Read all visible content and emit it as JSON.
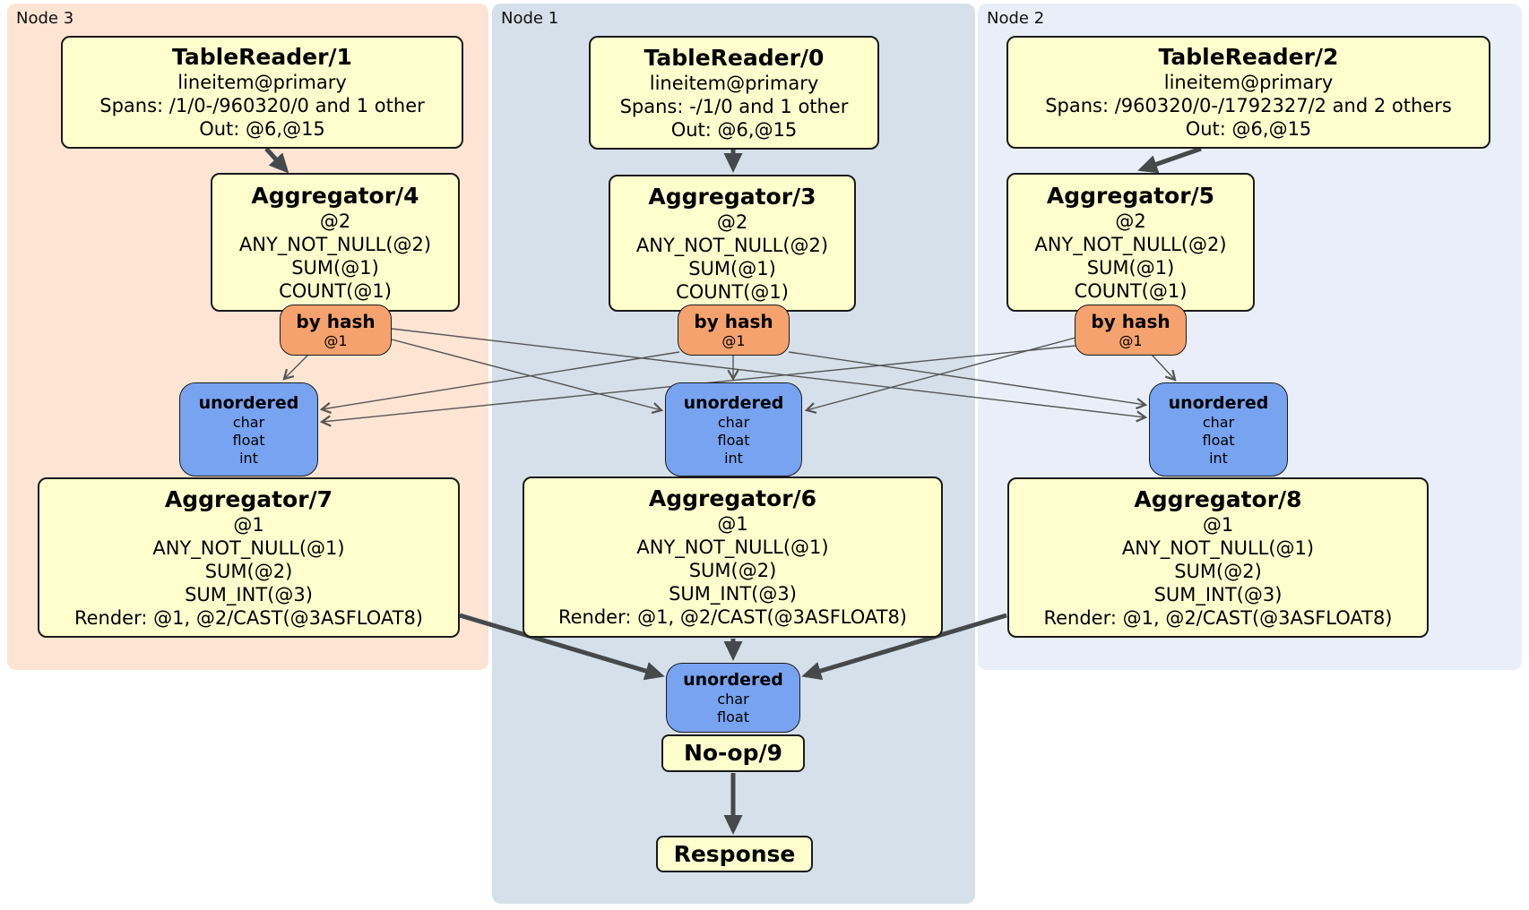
{
  "colors": {
    "node3": "#fde4d3",
    "node1": "#d5e0ea",
    "node2": "#e9eef8",
    "box": "#ffffce",
    "router": "#f5a26e",
    "sync": "#78a3f0",
    "edge": "#45494c",
    "thin": "#555555"
  },
  "regions": {
    "node3": {
      "label": "Node 3"
    },
    "node1": {
      "label": "Node 1"
    },
    "node2": {
      "label": "Node 2"
    }
  },
  "processors": {
    "tr1": {
      "title": "TableReader/1",
      "lines": [
        "lineitem@primary",
        "Spans: /1/0-/960320/0 and 1 other",
        "Out: @6,@15"
      ]
    },
    "tr0": {
      "title": "TableReader/0",
      "lines": [
        "lineitem@primary",
        "Spans: -/1/0 and 1 other",
        "Out: @6,@15"
      ]
    },
    "tr2": {
      "title": "TableReader/2",
      "lines": [
        "lineitem@primary",
        "Spans: /960320/0-/1792327/2 and 2 others",
        "Out: @6,@15"
      ]
    },
    "agg4": {
      "title": "Aggregator/4",
      "lines": [
        "@2",
        "ANY_NOT_NULL(@2)",
        "SUM(@1)",
        "COUNT(@1)"
      ]
    },
    "agg3": {
      "title": "Aggregator/3",
      "lines": [
        "@2",
        "ANY_NOT_NULL(@2)",
        "SUM(@1)",
        "COUNT(@1)"
      ]
    },
    "agg5": {
      "title": "Aggregator/5",
      "lines": [
        "@2",
        "ANY_NOT_NULL(@2)",
        "SUM(@1)",
        "COUNT(@1)"
      ]
    },
    "agg7": {
      "title": "Aggregator/7",
      "lines": [
        "@1",
        "ANY_NOT_NULL(@1)",
        "SUM(@2)",
        "SUM_INT(@3)",
        "Render: @1, @2/CAST(@3ASFLOAT8)"
      ]
    },
    "agg6": {
      "title": "Aggregator/6",
      "lines": [
        "@1",
        "ANY_NOT_NULL(@1)",
        "SUM(@2)",
        "SUM_INT(@3)",
        "Render: @1, @2/CAST(@3ASFLOAT8)"
      ]
    },
    "agg8": {
      "title": "Aggregator/8",
      "lines": [
        "@1",
        "ANY_NOT_NULL(@1)",
        "SUM(@2)",
        "SUM_INT(@3)",
        "Render: @1, @2/CAST(@3ASFLOAT8)"
      ]
    },
    "noop9": {
      "title": "No-op/9"
    },
    "response": {
      "title": "Response"
    }
  },
  "routers": {
    "hash3": {
      "title": "by hash",
      "detail": "@1"
    },
    "hash1": {
      "title": "by hash",
      "detail": "@1"
    },
    "hash2": {
      "title": "by hash",
      "detail": "@1"
    }
  },
  "syncs": {
    "unordered3": {
      "title": "unordered",
      "types": [
        "char",
        "float",
        "int"
      ]
    },
    "unordered1": {
      "title": "unordered",
      "types": [
        "char",
        "float",
        "int"
      ]
    },
    "unordered2": {
      "title": "unordered",
      "types": [
        "char",
        "float",
        "int"
      ]
    },
    "merge": {
      "title": "unordered",
      "types": [
        "char",
        "float"
      ]
    }
  }
}
